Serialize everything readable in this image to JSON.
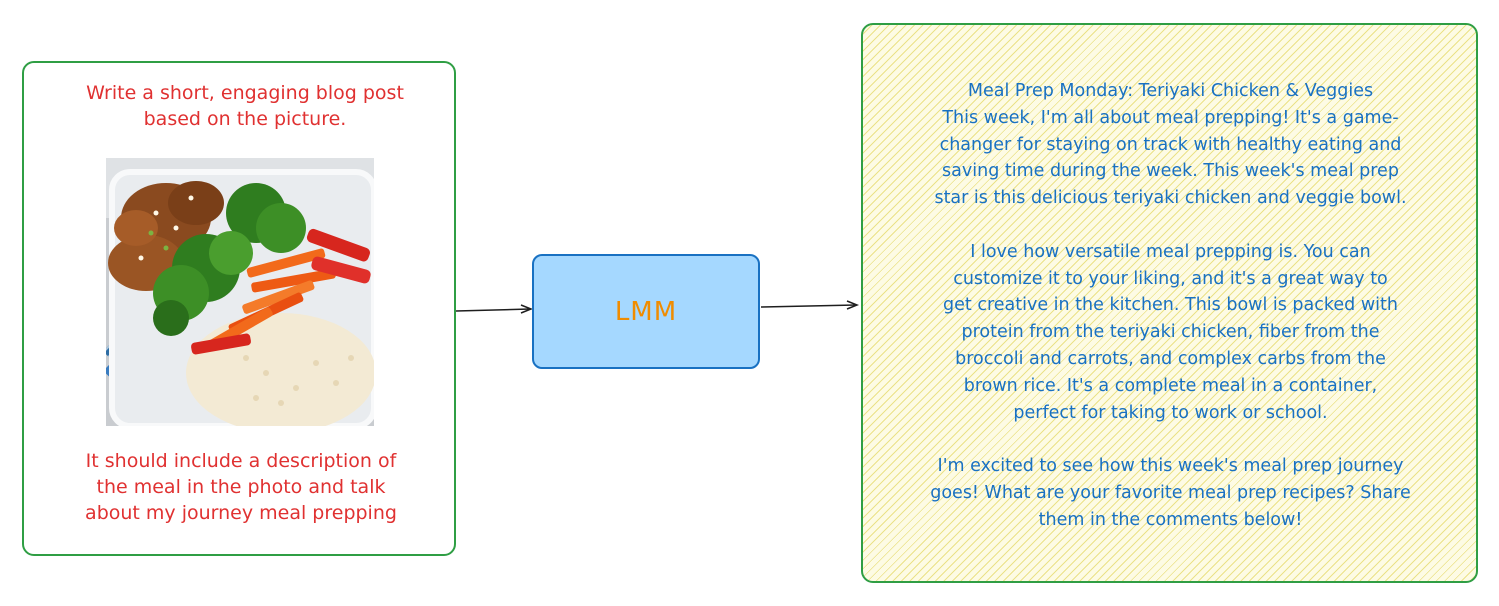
{
  "input": {
    "prompt_top": "Write a short, engaging blog post\nbased on the picture.",
    "prompt_bottom": "It should include a description of\nthe meal in the photo and talk\nabout my journey meal prepping"
  },
  "model": {
    "label": "LMM"
  },
  "output": {
    "text": "Meal Prep Monday: Teriyaki Chicken & Veggies\nThis week, I'm all about meal prepping! It's a game-\nchanger for staying on track with healthy eating and\nsaving time during the week. This week's meal prep\nstar is this delicious teriyaki chicken and veggie bowl.\n\nI love how versatile meal prepping is. You can\ncustomize it to your liking, and it's a great way to\nget creative in the kitchen. This bowl is packed with\nprotein from the teriyaki chicken, fiber from the\nbroccoli and carrots, and complex carbs from the\nbrown rice. It's a complete meal in a container,\nperfect for taking to work or school.\n\nI'm excited to see how this week's meal prep journey\ngoes! What are your favorite meal prep recipes? Share\nthem in the comments below!"
  },
  "colors": {
    "prompt": "#e03131",
    "output_text": "#1971c2",
    "box_border": "#2f9e44",
    "lmm_fill": "#a5d8ff",
    "lmm_text": "#f08c00"
  }
}
